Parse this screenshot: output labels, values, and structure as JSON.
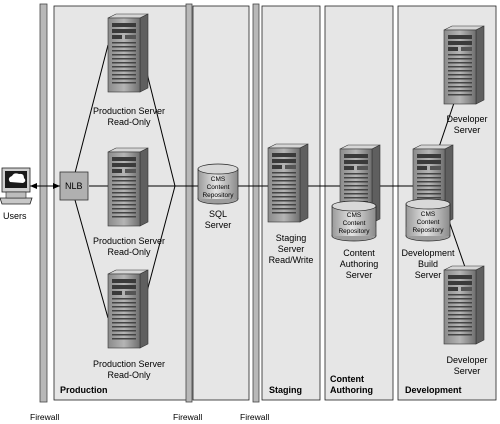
{
  "zones": {
    "production": "Production",
    "staging": "Staging",
    "content_authoring": [
      "Content",
      "Authoring"
    ],
    "development": "Development"
  },
  "firewalls": [
    "Firewall",
    "Firewall",
    "Firewall"
  ],
  "users": "Users",
  "nlb": "NLB",
  "production_servers": [
    [
      "Production Server",
      "Read-Only"
    ],
    [
      "Production Server",
      "Read-Only"
    ],
    [
      "Production Server",
      "Read-Only"
    ]
  ],
  "sql": {
    "repo": [
      "CMS",
      "Content",
      "Repository"
    ],
    "label": [
      "SQL",
      "Server"
    ]
  },
  "staging_server": [
    "Staging",
    "Server",
    "Read/Write"
  ],
  "authoring": {
    "repo": [
      "CMS",
      "Content",
      "Repository"
    ],
    "label": [
      "Content",
      "Authoring",
      "Server"
    ]
  },
  "dev_build": {
    "repo": [
      "CMS",
      "Content",
      "Repository"
    ],
    "label": [
      "Development",
      "Build",
      "Server"
    ]
  },
  "developer_top": [
    "Developer",
    "Server"
  ],
  "developer_bottom": [
    "Developer",
    "Server"
  ]
}
